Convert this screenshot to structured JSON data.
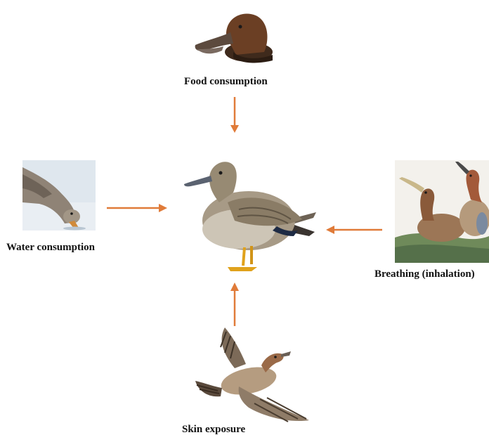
{
  "diagram": {
    "center": {
      "icon": "standing-duck-illustration"
    },
    "pathways": [
      {
        "id": "food",
        "label": "Food consumption",
        "icon": "duck-head-feeding-illustration",
        "direction": "down"
      },
      {
        "id": "water",
        "label": "Water consumption",
        "icon": "duck-drinking-photo",
        "direction": "right"
      },
      {
        "id": "breathing",
        "label": "Breathing (inhalation)",
        "icon": "two-ducks-painting",
        "direction": "left"
      },
      {
        "id": "skin",
        "label": "Skin exposure",
        "icon": "flying-duck-photo",
        "direction": "up"
      }
    ],
    "colors": {
      "arrow": "#e07b39",
      "text": "#111111"
    }
  }
}
